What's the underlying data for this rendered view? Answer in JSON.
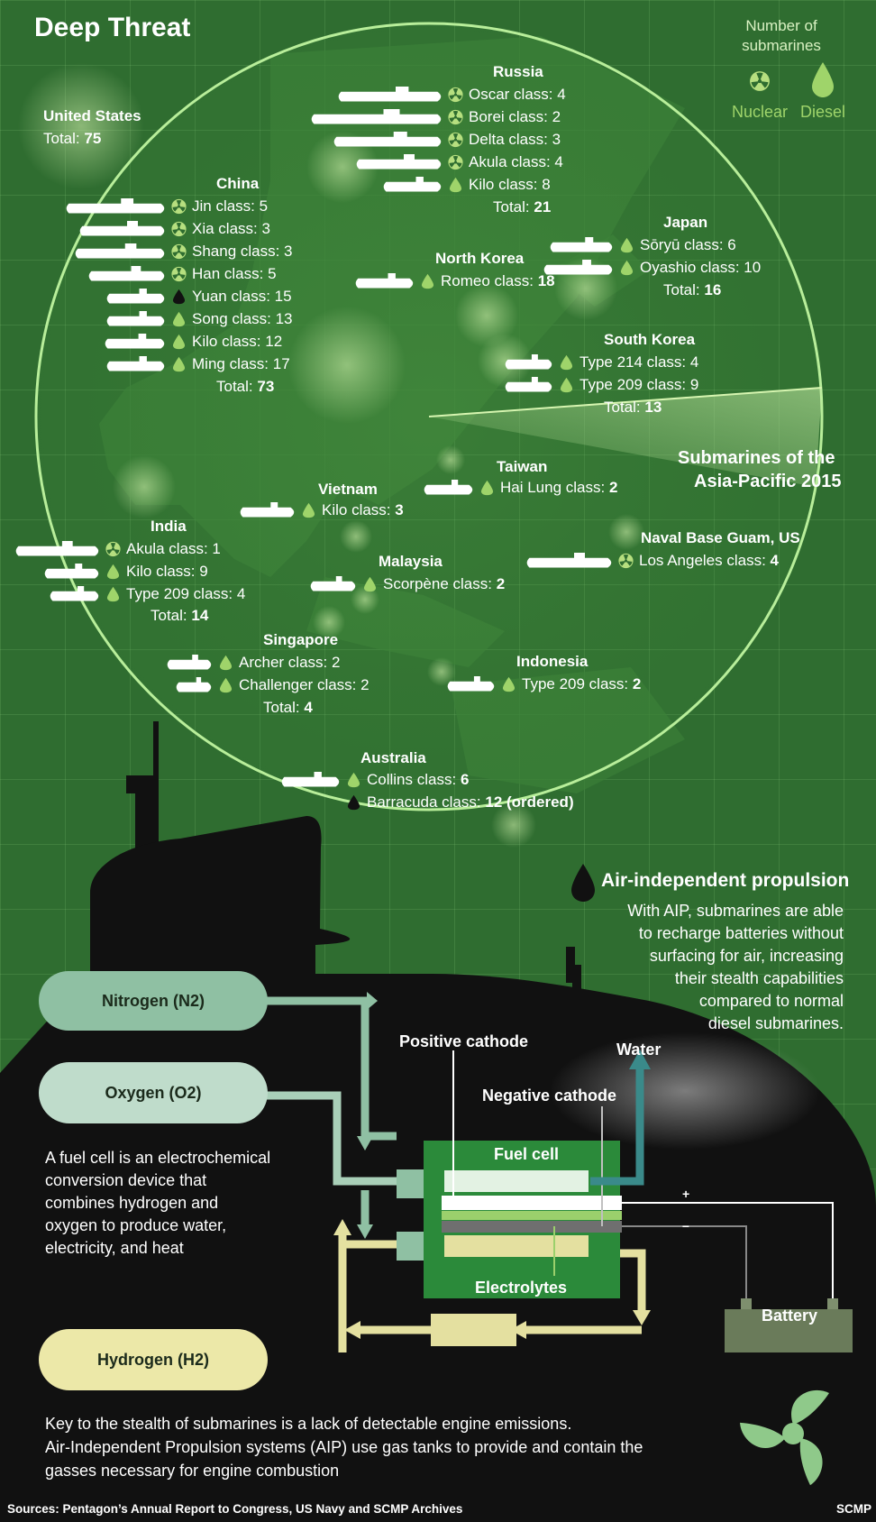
{
  "title": "Deep Threat",
  "legend": {
    "heading_line1": "Number of",
    "heading_line2": "submarines",
    "nuclear": "Nuclear",
    "diesel": "Diesel"
  },
  "map_title_line1": "Submarines of the",
  "map_title_line2": "Asia-Pacific 2015",
  "united_states": {
    "name": "United States",
    "total_label": "Total:",
    "total": "75"
  },
  "russia": {
    "name": "Russia",
    "items": [
      {
        "label": "Oscar class: 4",
        "type": "nuclear"
      },
      {
        "label": "Borei class: 2",
        "type": "nuclear"
      },
      {
        "label": "Delta class: 3",
        "type": "nuclear"
      },
      {
        "label": "Akula class: 4",
        "type": "nuclear"
      },
      {
        "label": "Kilo class: 8",
        "type": "diesel"
      }
    ],
    "total_label": "Total:",
    "total": "21"
  },
  "china": {
    "name": "China",
    "items": [
      {
        "label": "Jin class: 5",
        "type": "nuclear"
      },
      {
        "label": "Xia class: 3",
        "type": "nuclear"
      },
      {
        "label": "Shang class: 3",
        "type": "nuclear"
      },
      {
        "label": "Han class: 5",
        "type": "nuclear"
      },
      {
        "label": "Yuan class: 15",
        "type": "aip"
      },
      {
        "label": "Song class: 13",
        "type": "diesel"
      },
      {
        "label": "Kilo class: 12",
        "type": "diesel"
      },
      {
        "label": "Ming class: 17",
        "type": "diesel"
      }
    ],
    "total_label": "Total:",
    "total": "73"
  },
  "japan": {
    "name": "Japan",
    "items": [
      {
        "label": "Sōryū class: 6",
        "type": "diesel"
      },
      {
        "label": "Oyashio class: 10",
        "type": "diesel"
      }
    ],
    "total_label": "Total:",
    "total": "16"
  },
  "north_korea": {
    "name": "North Korea",
    "item_label": "Romeo class:",
    "item_count": "18"
  },
  "south_korea": {
    "name": "South Korea",
    "items": [
      {
        "label": "Type 214 class: 4",
        "type": "diesel"
      },
      {
        "label": "Type 209 class: 9",
        "type": "diesel"
      }
    ],
    "total_label": "Total:",
    "total": "13"
  },
  "taiwan": {
    "name": "Taiwan",
    "item_label": "Hai Lung class:",
    "item_count": "2"
  },
  "vietnam": {
    "name": "Vietnam",
    "item_label": "Kilo class:",
    "item_count": "3"
  },
  "india": {
    "name": "India",
    "items": [
      {
        "label": "Akula class: 1",
        "type": "nuclear"
      },
      {
        "label": "Kilo class: 9",
        "type": "diesel"
      },
      {
        "label": "Type 209 class: 4",
        "type": "diesel"
      }
    ],
    "total_label": "Total:",
    "total": "14"
  },
  "guam": {
    "name": "Naval Base Guam, US",
    "item_label": "Los Angeles class:",
    "item_count": "4"
  },
  "malaysia": {
    "name": "Malaysia",
    "item_label": "Scorpène class:",
    "item_count": "2"
  },
  "singapore": {
    "name": "Singapore",
    "items": [
      {
        "label": "Archer class: 2",
        "type": "diesel"
      },
      {
        "label": "Challenger class: 2",
        "type": "diesel"
      }
    ],
    "total_label": "Total:",
    "total": "4"
  },
  "indonesia": {
    "name": "Indonesia",
    "item_label": "Type 209 class:",
    "item_count": "2"
  },
  "australia": {
    "name": "Australia",
    "item1_label": "Collins class:",
    "item1_count": "6",
    "item2_label": "Barracuda class:",
    "item2_count": "12 (ordered)"
  },
  "aip": {
    "heading": "Air-independent propulsion",
    "lines": [
      "With AIP, submarines are able",
      "to recharge batteries without",
      "surfacing for air, increasing",
      "their stealth capabilities",
      "compared to normal",
      "diesel submarines."
    ]
  },
  "diagram": {
    "nitrogen": "Nitrogen (N2)",
    "oxygen": "Oxygen (O2)",
    "hydrogen": "Hydrogen (H2)",
    "positive_cathode": "Positive cathode",
    "negative_cathode": "Negative cathode",
    "water": "Water",
    "fuel_cell": "Fuel cell",
    "electrolytes": "Electrolytes",
    "battery": "Battery",
    "plus": "+",
    "minus": "–",
    "fuel_cell_note": [
      "A fuel cell is an electrochemical",
      "conversion device that",
      "combines hydrogen and",
      "oxygen to produce water,",
      "electricity, and heat"
    ]
  },
  "key_text": [
    "Key to the stealth of submarines is a lack of detectable engine emissions.",
    "Air-Independent Propulsion systems (AIP) use gas tanks to provide and contain the",
    "gasses necessary for engine combustion"
  ],
  "sources": "Sources: Pentagon’s Annual Report to Congress, US Navy and SCMP Archives",
  "credit": "SCMP",
  "colors": {
    "nuclear": "#b6df7f",
    "diesel": "#9fd46a",
    "aip": "#111111",
    "background": "#2f6d30"
  }
}
